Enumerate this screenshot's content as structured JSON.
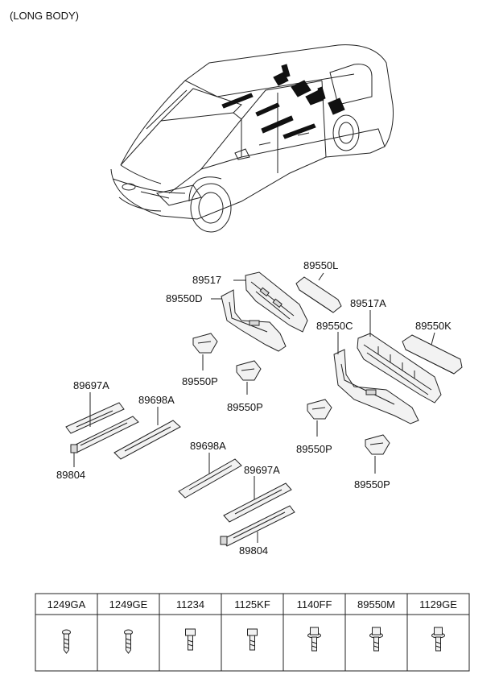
{
  "header": {
    "title": "(LONG BODY)"
  },
  "callouts": {
    "c89517": "89517",
    "c89550L": "89550L",
    "c89550D": "89550D",
    "c89517A": "89517A",
    "c89550C": "89550C",
    "c89550K": "89550K",
    "c89550P_1": "89550P",
    "c89550P_2": "89550P",
    "c89550P_3": "89550P",
    "c89550P_4": "89550P",
    "c89697A_1": "89697A",
    "c89698A_1": "89698A",
    "c89804_1": "89804",
    "c89698A_2": "89698A",
    "c89697A_2": "89697A",
    "c89804_2": "89804"
  },
  "fasteners": [
    {
      "code": "1249GA",
      "icon": "screw-icon"
    },
    {
      "code": "1249GE",
      "icon": "screw-icon"
    },
    {
      "code": "11234",
      "icon": "bolt-icon"
    },
    {
      "code": "1125KF",
      "icon": "bolt-icon"
    },
    {
      "code": "1140FF",
      "icon": "flange-bolt-icon"
    },
    {
      "code": "89550M",
      "icon": "flange-bolt-icon"
    },
    {
      "code": "1129GE",
      "icon": "flange-bolt-icon"
    }
  ]
}
